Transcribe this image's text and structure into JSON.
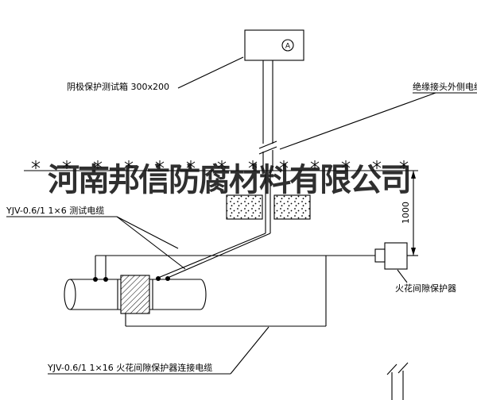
{
  "labels": {
    "test_box": "阴极保护测试箱 300x200",
    "insulation_joint_cable": "绝缘接头外侧电缆",
    "test_cable": "YJV-0.6/1 1×6  测试电缆",
    "spark_gap_protector": "火花间隙保护器",
    "spark_gap_cable": "YJV-0.6/1 1×16  火花间隙保护器连接电缆",
    "dimension_1000": "1000",
    "terminal_a": "A"
  },
  "watermark": {
    "text": "河南邦信防腐材料有限公司"
  },
  "colors": {
    "line": "#000000",
    "background": "#ffffff",
    "watermark": "#1a1a1a"
  }
}
